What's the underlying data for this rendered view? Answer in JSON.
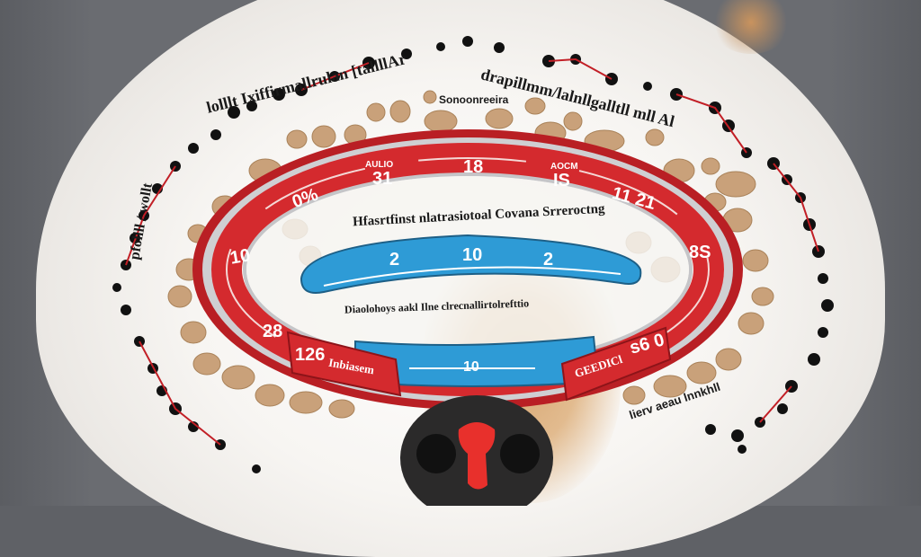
{
  "image": {
    "subject": "white dog face with infographic dial overlay",
    "background_color": "#62646a",
    "colors": {
      "fur": "#f5f3f0",
      "tan_fur": "#d7a874",
      "dial_red": "#d42a2e",
      "dial_silver": "#c9c9cc",
      "band_blue": "#2e9bd6",
      "kibble": "#c9a17a",
      "dots": "#111111",
      "nose_red": "#e8302c"
    }
  },
  "dial": {
    "top_left_small": "AULIO",
    "top_left_num": "31",
    "top_center_num": "18",
    "top_right_small": "AOCM",
    "top_right_num": "IS",
    "right_upper_num": "11 21",
    "left_upper_num": "0%",
    "left_mid_num": "10",
    "right_mid_num": "8S",
    "left_lower_num": "28",
    "left_bottom_num": "126",
    "right_bottom_num": "s6 0",
    "ribbon_left": "Inbiasem",
    "ribbon_right": "GEEDICl"
  },
  "center_text": {
    "title": "Hfasrtfinst nlatrasiotoal Covana Srreroctng",
    "subtitle": "Diaolohoys aakl Ilne clrecnallirtolrefttio"
  },
  "blue_band": {
    "upper": [
      "2",
      "10",
      "2"
    ],
    "lower": "10"
  },
  "outer_text": {
    "arc_upper_left": "lolllt Ixiffirmallrulan [tallllAr",
    "arc_upper_right": "drapillmm/lalnllgalltll mll Al",
    "kibble_label": "Sonoonreeira",
    "left_vertical": "pfollll / wollt",
    "bottom_right": "lierv aeau lnnkhll"
  }
}
